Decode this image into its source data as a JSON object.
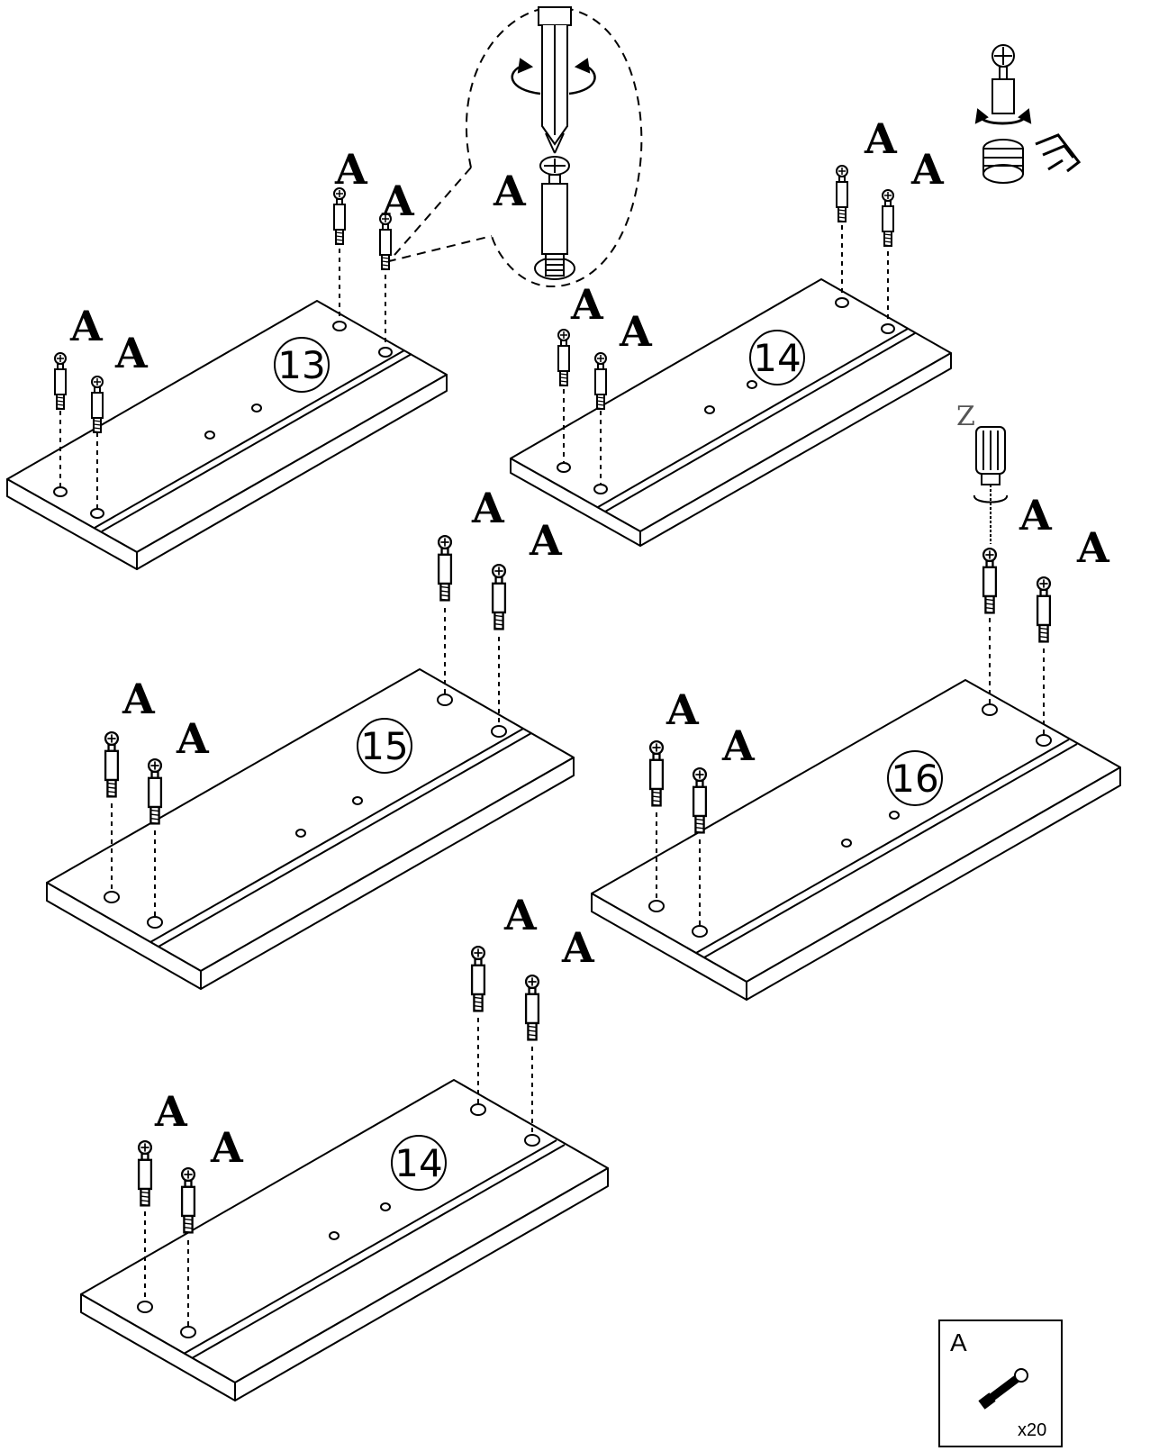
{
  "panels": [
    {
      "id": "13",
      "label": "13"
    },
    {
      "id": "14",
      "label": "14"
    },
    {
      "id": "15",
      "label": "15"
    },
    {
      "id": "16",
      "label": "16"
    },
    {
      "id": "14b",
      "label": "14"
    }
  ],
  "part_label": "A",
  "tool_label": "Z",
  "legend": {
    "letter": "A",
    "quantity": "x20"
  },
  "colors": {
    "stroke": "#000000",
    "background": "#ffffff",
    "tool_text": "#555555"
  }
}
